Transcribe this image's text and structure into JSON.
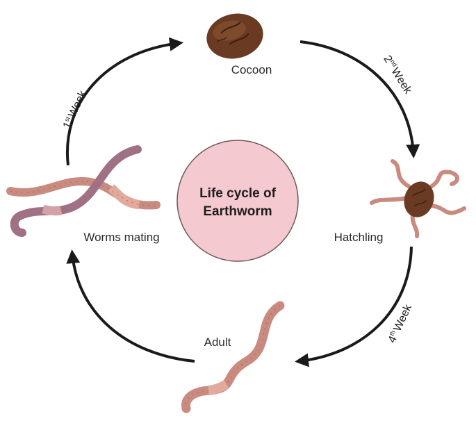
{
  "center": {
    "line1": "Life cycle of",
    "line2": "Earthworm"
  },
  "stages": {
    "cocoon": "Cocoon",
    "hatchling": "Hatchling",
    "adult": "Adult",
    "mating": "Worms mating"
  },
  "weeks": {
    "first": {
      "num": "1",
      "sup": "st",
      "word": "Week"
    },
    "second": {
      "num": "2",
      "sup": "nd",
      "word": "Week"
    },
    "fourth": {
      "num": "4",
      "sup": "th",
      "word": "Week"
    }
  },
  "colors": {
    "center_fill": "#f4c9cf",
    "center_stroke": "#6e5658",
    "arrow": "#1a1a1a",
    "cocoon": "#6a3b22",
    "worm": "#c98a80",
    "worm_dark": "#a86a64",
    "worm_purple": "#a07084",
    "clitellum": "#e2aa9c"
  }
}
